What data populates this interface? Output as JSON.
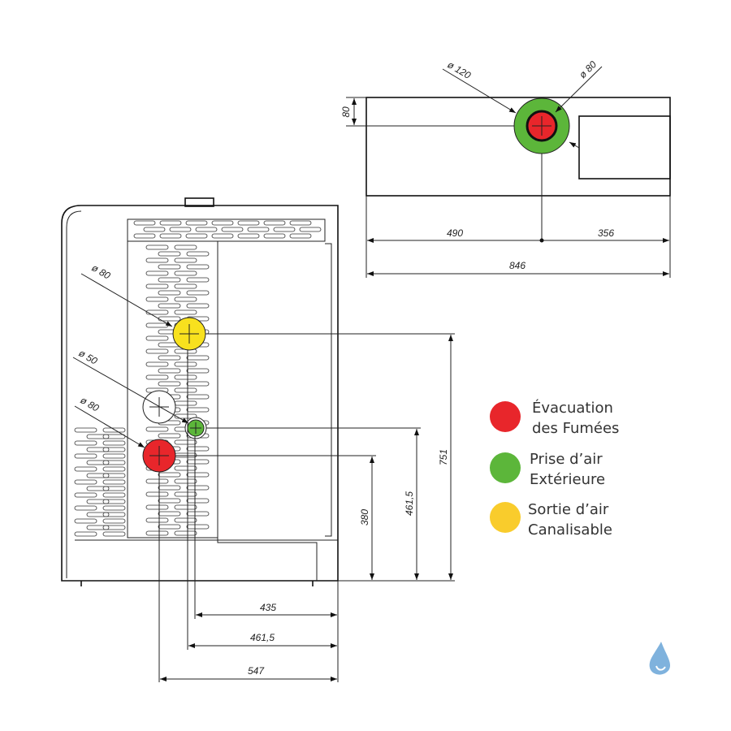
{
  "colors": {
    "fumes": "#e8262b",
    "air_in": "#5cb63a",
    "air_out": "#f8e11e",
    "logo": "#7fb2dd"
  },
  "top_view": {
    "label_dia_120": "ø 120",
    "label_dia_80": "ø 80",
    "dim_depth": "80",
    "dim_left": "490",
    "dim_right": "356",
    "dim_total": "846"
  },
  "front_view": {
    "label_dia_80_top": "ø 80",
    "label_dia_50": "ø 50",
    "label_dia_80_bottom": "ø 80",
    "dim_751": "751",
    "dim_461_v": "461,5",
    "dim_380": "380",
    "dim_435": "435",
    "dim_461_h": "461,5",
    "dim_547": "547"
  },
  "legend": [
    {
      "line1": "Évacuation",
      "line2": "des Fumées",
      "icon": "red-circle"
    },
    {
      "line1": "Prise d’air",
      "line2": "Extérieure",
      "icon": "green-circle"
    },
    {
      "line1": "Sortie d’air",
      "line2": "Canalisable",
      "icon": "yellow-circle"
    }
  ]
}
